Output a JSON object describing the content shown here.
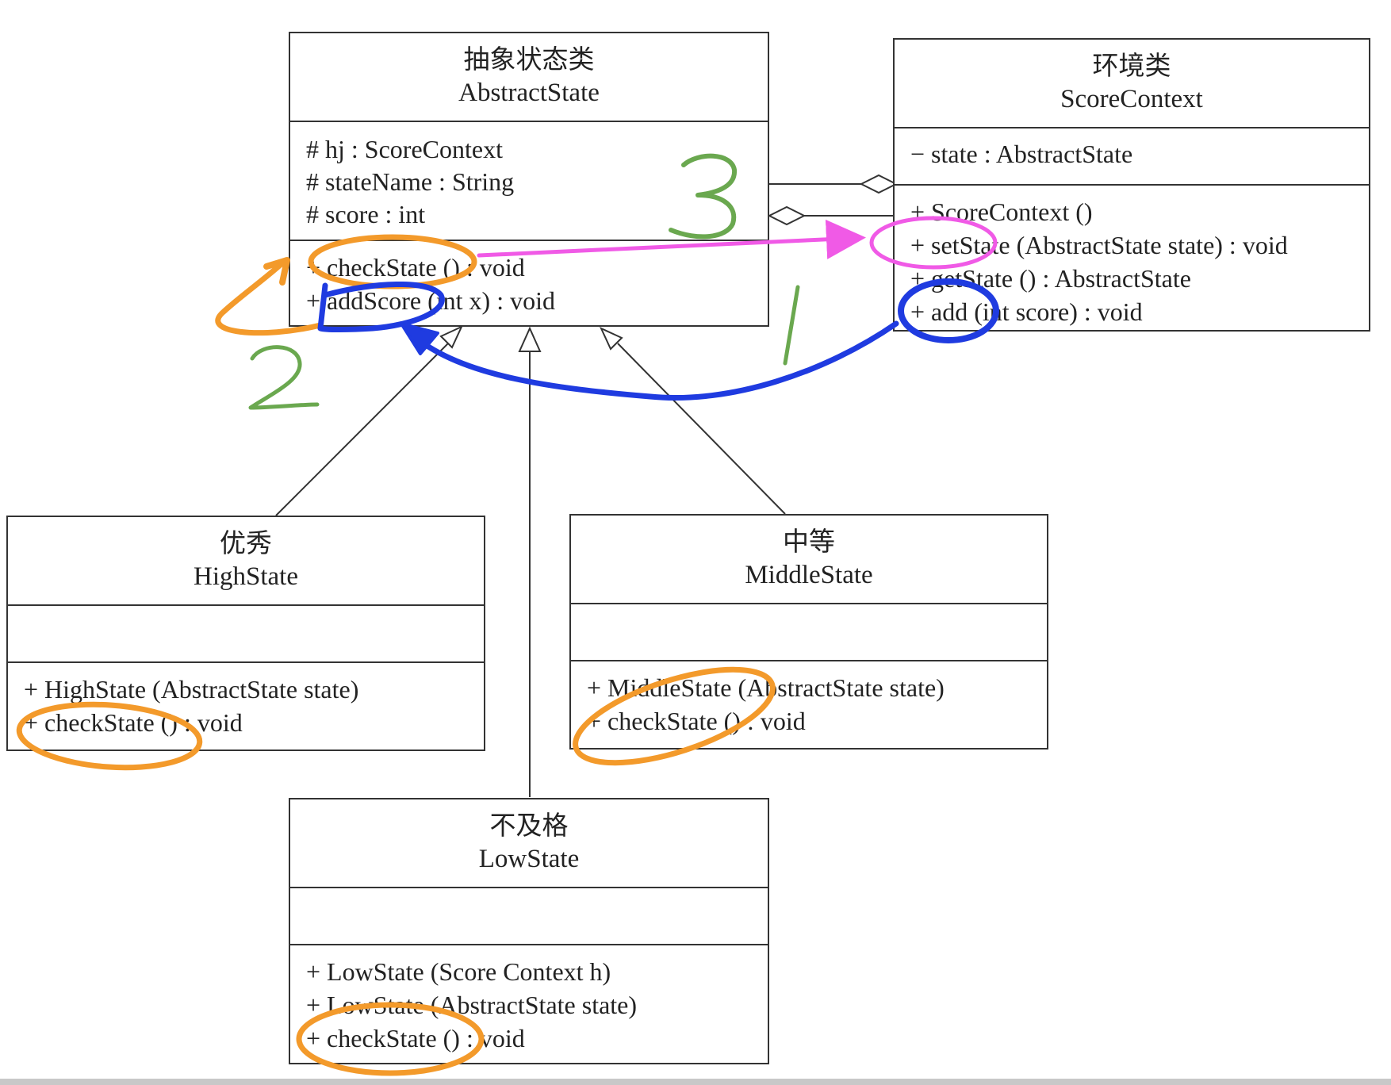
{
  "classes": {
    "abstract": {
      "cn": "抽象状态类",
      "en": "AbstractState",
      "attrs": [
        "# hj : ScoreContext",
        "# stateName : String",
        "# score : int"
      ],
      "ops": [
        "+ checkState () : void",
        "+ addScore (int x) : void"
      ]
    },
    "context": {
      "cn": "环境类",
      "en": "ScoreContext",
      "attrs": [
        "− state : AbstractState"
      ],
      "ops": [
        "+ ScoreContext ()",
        "+ setState (AbstractState state) : void",
        "+ getState () : AbstractState",
        "+ add (int score) : void"
      ]
    },
    "high": {
      "cn": "优秀",
      "en": "HighState",
      "ops": [
        "+ HighState (AbstractState state)",
        "+ checkState () : void"
      ]
    },
    "middle": {
      "cn": "中等",
      "en": "MiddleState",
      "ops": [
        "+ MiddleState (AbstractState state)",
        "+ checkState () : void"
      ]
    },
    "low": {
      "cn": "不及格",
      "en": "LowState",
      "ops": [
        "+ LowState (Score Context h)",
        "+ LowState (AbstractState state)",
        "+ checkState () : void"
      ]
    }
  },
  "annotations": {
    "step1": "1",
    "step2": "2",
    "step3": "3",
    "colors": {
      "orange": "#f39a2b",
      "blue": "#1f3be0",
      "magenta": "#f05ae6",
      "green": "#6aa84f"
    }
  }
}
